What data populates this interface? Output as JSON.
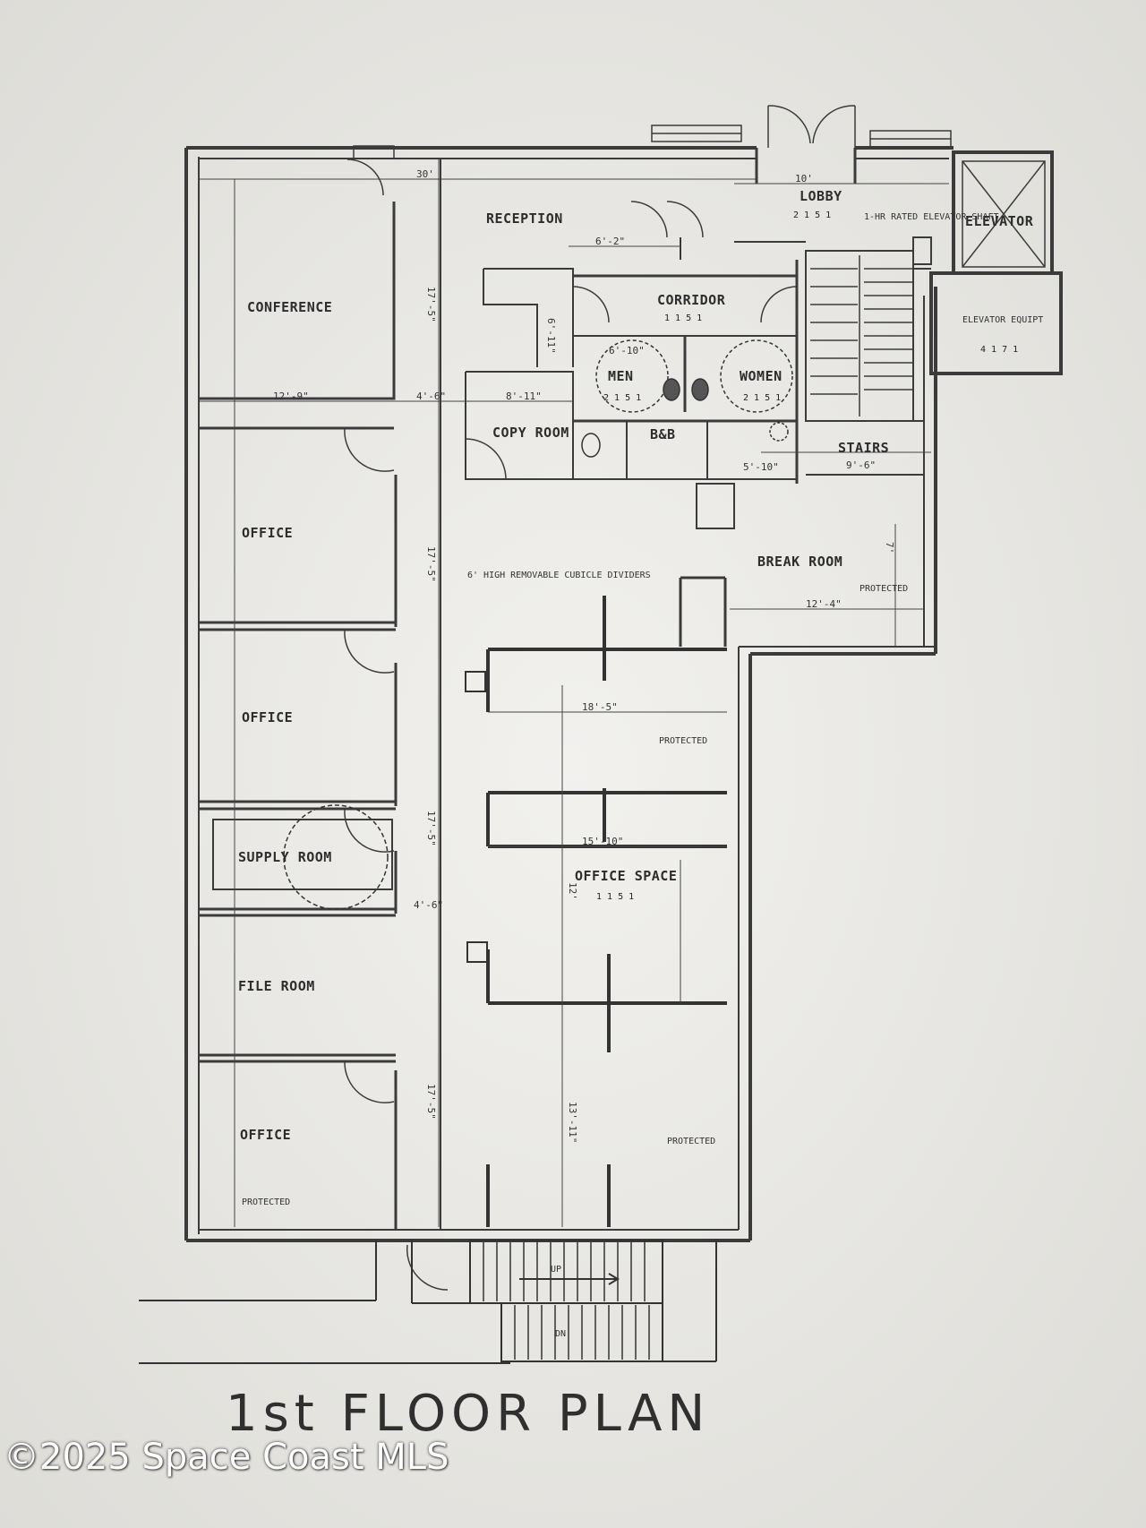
{
  "title": "1st FLOOR PLAN",
  "watermark": "©2025 Space Coast MLS",
  "rooms": {
    "reception": "RECEPTION",
    "lobby": "LOBBY",
    "lobby_tag": "2 1 5 1",
    "conference": "CONFERENCE",
    "corridor": "CORRIDOR",
    "corridor_tag": "1 1 5 1",
    "men": "MEN",
    "men_tag": "2 1 5 1",
    "women": "WOMEN",
    "women_tag": "2 1 5 1",
    "copy_room": "COPY ROOM",
    "bath": "B&B",
    "elevator": "ELEVATOR",
    "elevator_equip": "ELEVATOR EQUIPT",
    "elevator_equip_tag": "4 1 7 1",
    "stairs": "STAIRS",
    "break_room": "BREAK ROOM",
    "office_1": "OFFICE",
    "office_2": "OFFICE",
    "supply_room": "SUPPLY ROOM",
    "office_space": "OFFICE SPACE",
    "office_space_tag": "1 1 5 1",
    "file_room": "FILE ROOM",
    "office_3": "OFFICE"
  },
  "notes": {
    "cubicle": "6' HIGH REMOVABLE CUBICLE DIVIDERS",
    "protected": "PROTECTED",
    "elevator_shaft": "1-HR RATED ELEVATOR SHAFT",
    "up": "UP",
    "dn": "DN"
  },
  "dimensions": {
    "top": "30'",
    "lobby_w": "10'",
    "reception_w": "6'-2\"",
    "conference_w": "12'-9\"",
    "corridor_w": "4'-6\"",
    "copy_w": "8'-11\"",
    "men_w": "6'-10\"",
    "bath_w": "5'-10\"",
    "stairs_w": "9'-6\"",
    "break_w": "12'-4\"",
    "cubicle_w": "18'-5\"",
    "office_space_w": "15'-10\"",
    "vert_1": "17'-5\"",
    "vert_2": "17'-5\"",
    "vert_3": "17'-5\"",
    "vert_4": "17'-5\"",
    "copy_h": "6'-11\"",
    "break_h": "7'",
    "office_space_h": "13'-11\"",
    "lower_h": "12'",
    "lower_w": "4'-6\""
  }
}
